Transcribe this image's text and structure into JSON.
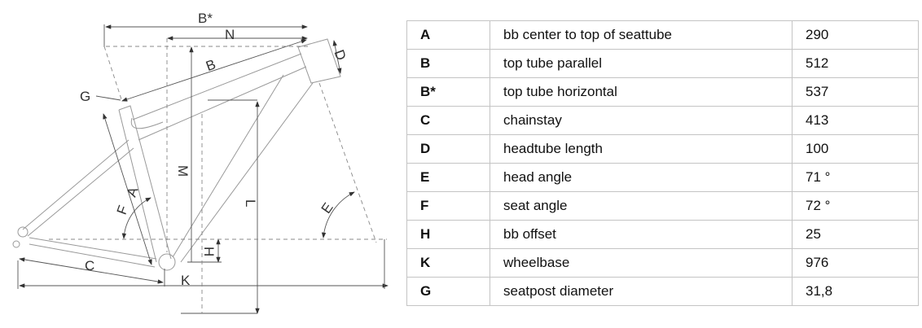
{
  "diagram": {
    "labels": {
      "b_star": "B*",
      "n": "N",
      "b": "B",
      "d": "D",
      "g": "G",
      "m": "M",
      "a": "A",
      "f": "F",
      "l": "L",
      "e": "E",
      "h": "H",
      "c": "C",
      "k": "K"
    }
  },
  "table": {
    "rows": [
      {
        "key": "A",
        "desc": "bb center to top of seattube",
        "value": "290"
      },
      {
        "key": "B",
        "desc": "top tube parallel",
        "value": "512"
      },
      {
        "key": "B*",
        "desc": "top tube horizontal",
        "value": "537"
      },
      {
        "key": "C",
        "desc": "chainstay",
        "value": "413"
      },
      {
        "key": "D",
        "desc": "headtube length",
        "value": "100"
      },
      {
        "key": "E",
        "desc": "head angle",
        "value": "71 °"
      },
      {
        "key": "F",
        "desc": "seat angle",
        "value": "72 °"
      },
      {
        "key": "H",
        "desc": "bb offset",
        "value": "25"
      },
      {
        "key": "K",
        "desc": "wheelbase",
        "value": "976"
      },
      {
        "key": "G",
        "desc": "seatpost diameter",
        "value": "31,8"
      }
    ]
  }
}
